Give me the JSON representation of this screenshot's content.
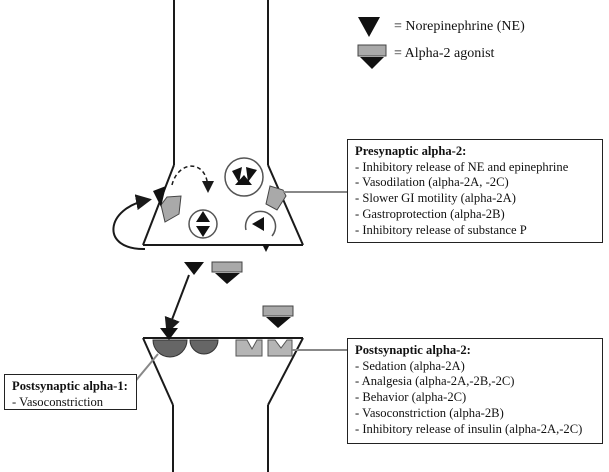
{
  "legend": {
    "norepinephrine": "= Norepinephrine (NE)",
    "alpha2_agonist": "= Alpha-2 agonist"
  },
  "presynaptic_box": {
    "title": "Presynaptic alpha-2:",
    "items": [
      "- Inhibitory release of NE and epinephrine",
      "- Vasodilation (alpha-2A, -2C)",
      "- Slower GI motility (alpha-2A)",
      "- Gastroprotection (alpha-2B)",
      "- Inhibitory release of substance P"
    ]
  },
  "postsynaptic_alpha2_box": {
    "title": "Postsynaptic alpha-2:",
    "items": [
      "- Sedation (alpha-2A)",
      "- Analgesia (alpha-2A,-2B,-2C)",
      "- Behavior (alpha-2C)",
      "- Vasoconstriction (alpha-2B)",
      "- Inhibitory release of insulin (alpha-2A,-2C)"
    ]
  },
  "postsynaptic_alpha1_box": {
    "title": "Postsynaptic alpha-1:",
    "items": [
      "- Vasoconstriction"
    ]
  },
  "colors": {
    "line": "#1a1a1a",
    "receptor_dark": "#666666",
    "receptor_light": "#b5b5b5",
    "agonist": "#a9a9a9"
  },
  "icons": [
    "norepinephrine-triangle-icon",
    "alpha2-agonist-icon",
    "vesicle-icon",
    "receptor-icon"
  ]
}
